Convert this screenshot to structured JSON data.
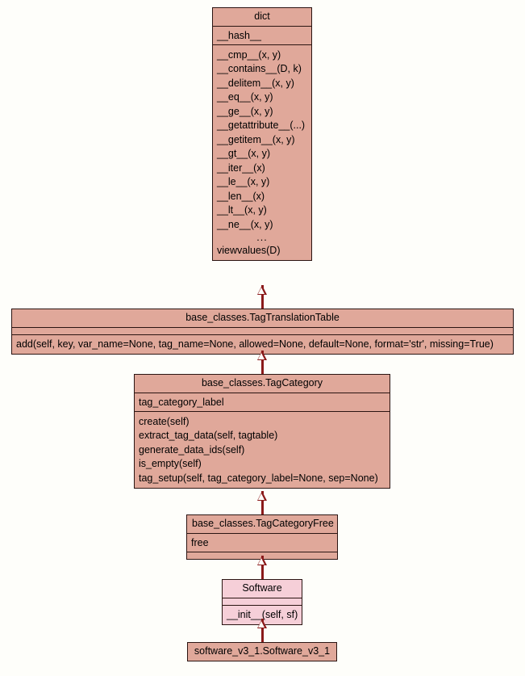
{
  "diagram": {
    "kind": "uml-class-inheritance-diagram",
    "background_color": "#fefefa",
    "class_fill_color": "#e0a89a",
    "highlight_fill_color": "#f6cfd8",
    "border_color": "#2b1512",
    "edge_color": "#8b1a1a",
    "classes": [
      {
        "id": "dict",
        "name": "dict",
        "attributes": [
          "__hash__"
        ],
        "methods": [
          "__cmp__(x, y)",
          "__contains__(D, k)",
          "__delitem__(x, y)",
          "__eq__(x, y)",
          "__ge__(x, y)",
          "__getattribute__(...)",
          "__getitem__(x, y)",
          "__gt__(x, y)",
          "__iter__(x)",
          "__le__(x, y)",
          "__len__(x)",
          "__lt__(x, y)",
          "__ne__(x, y)",
          "...",
          "viewvalues(D)"
        ]
      },
      {
        "id": "tagtranslationtable",
        "name": "base_classes.TagTranslationTable",
        "attributes": [],
        "methods": [
          "add(self, key, var_name=None, tag_name=None, allowed=None, default=None, format='str', missing=True)"
        ]
      },
      {
        "id": "tagcategory",
        "name": "base_classes.TagCategory",
        "attributes": [
          "tag_category_label"
        ],
        "methods": [
          "create(self)",
          "extract_tag_data(self, tagtable)",
          "generate_data_ids(self)",
          "is_empty(self)",
          "tag_setup(self, tag_category_label=None, sep=None)"
        ]
      },
      {
        "id": "tagcategoryfree",
        "name": "base_classes.TagCategoryFree",
        "attributes": [
          "free"
        ],
        "methods": []
      },
      {
        "id": "software",
        "name": "Software",
        "attributes": [],
        "methods": [
          "__init__(self, sf)"
        ]
      },
      {
        "id": "software_v3_1",
        "name": "software_v3_1.Software_v3_1",
        "attributes": [],
        "methods": []
      }
    ],
    "edges": [
      {
        "from": "tagtranslationtable",
        "to": "dict",
        "type": "inheritance"
      },
      {
        "from": "tagcategory",
        "to": "tagtranslationtable",
        "type": "inheritance"
      },
      {
        "from": "tagcategoryfree",
        "to": "tagcategory",
        "type": "inheritance"
      },
      {
        "from": "software",
        "to": "tagcategoryfree",
        "type": "inheritance"
      },
      {
        "from": "software_v3_1",
        "to": "software",
        "type": "inheritance"
      }
    ]
  }
}
